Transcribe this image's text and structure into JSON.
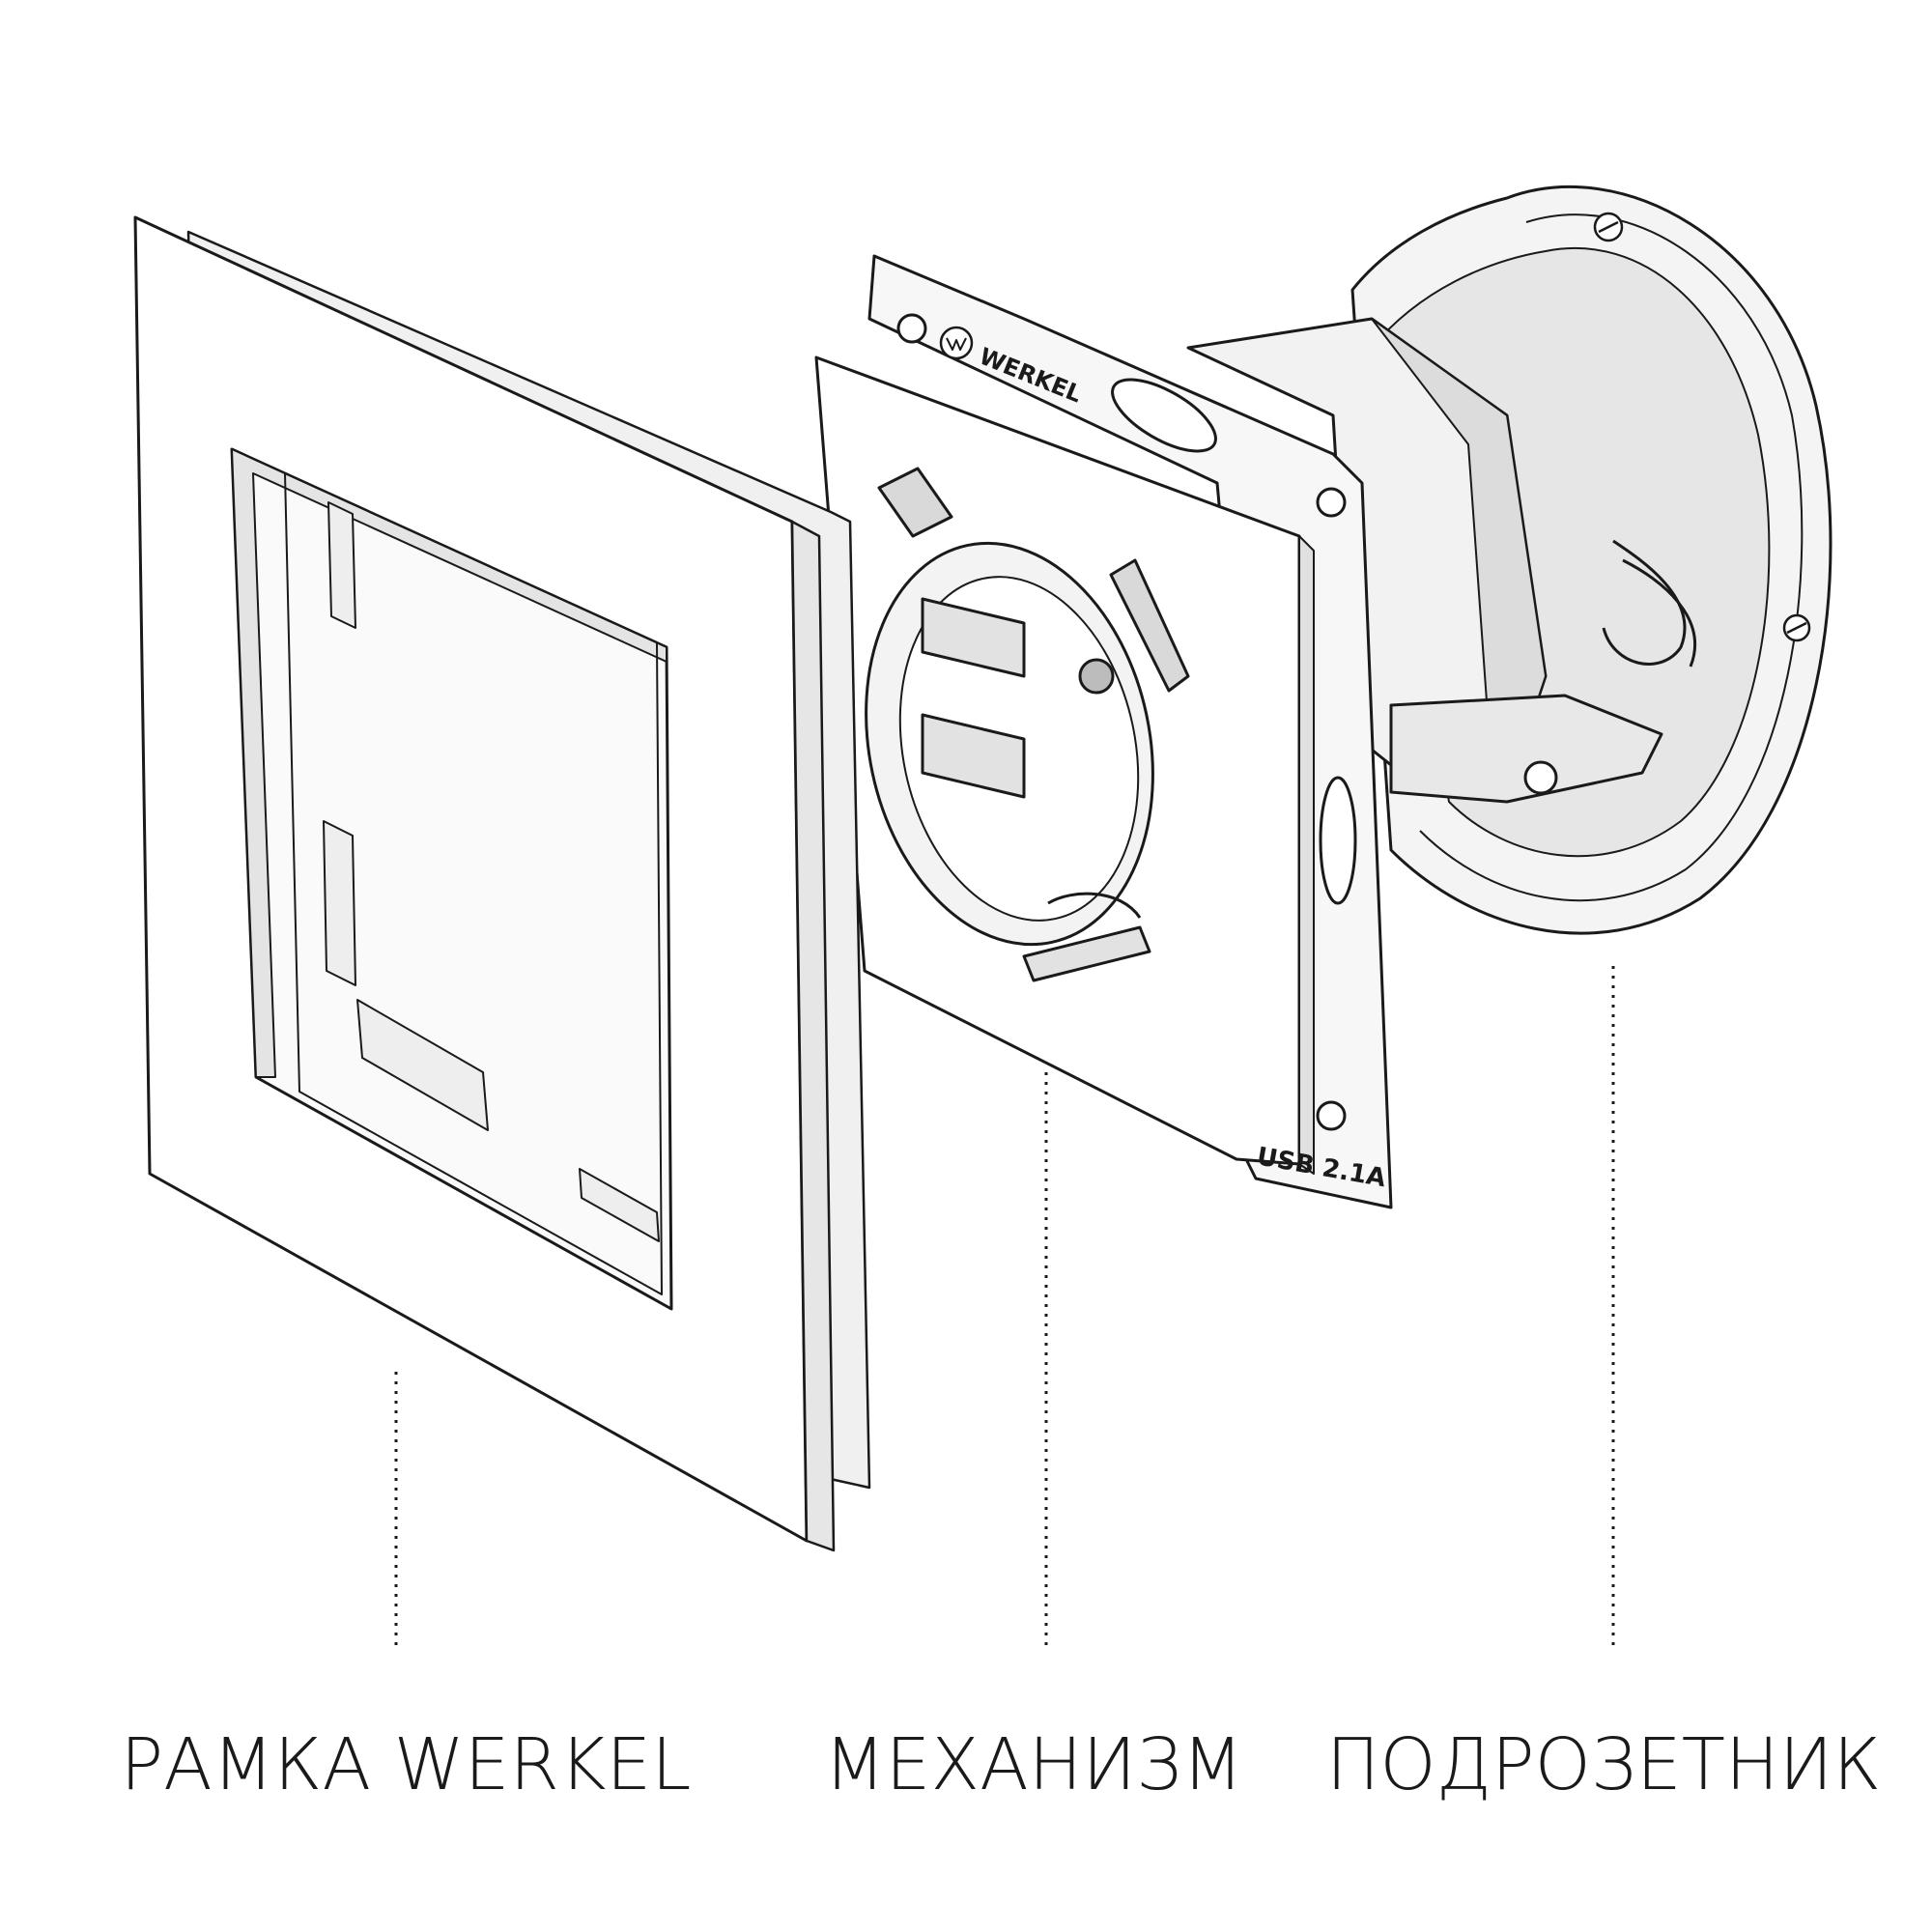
{
  "labels": {
    "frame": "РАМКА WERKEL",
    "mechanism": "МЕХАНИЗМ",
    "box": "ПОДРОЗЕТНИК"
  },
  "mechanism_markings": {
    "brand": "WERKEL",
    "usb_rating": "USB 2.1A"
  },
  "colors": {
    "line": "#1a1a1a",
    "face": "#ffffff",
    "shade": "#ececec",
    "dark_shade": "#d4d4d4"
  }
}
